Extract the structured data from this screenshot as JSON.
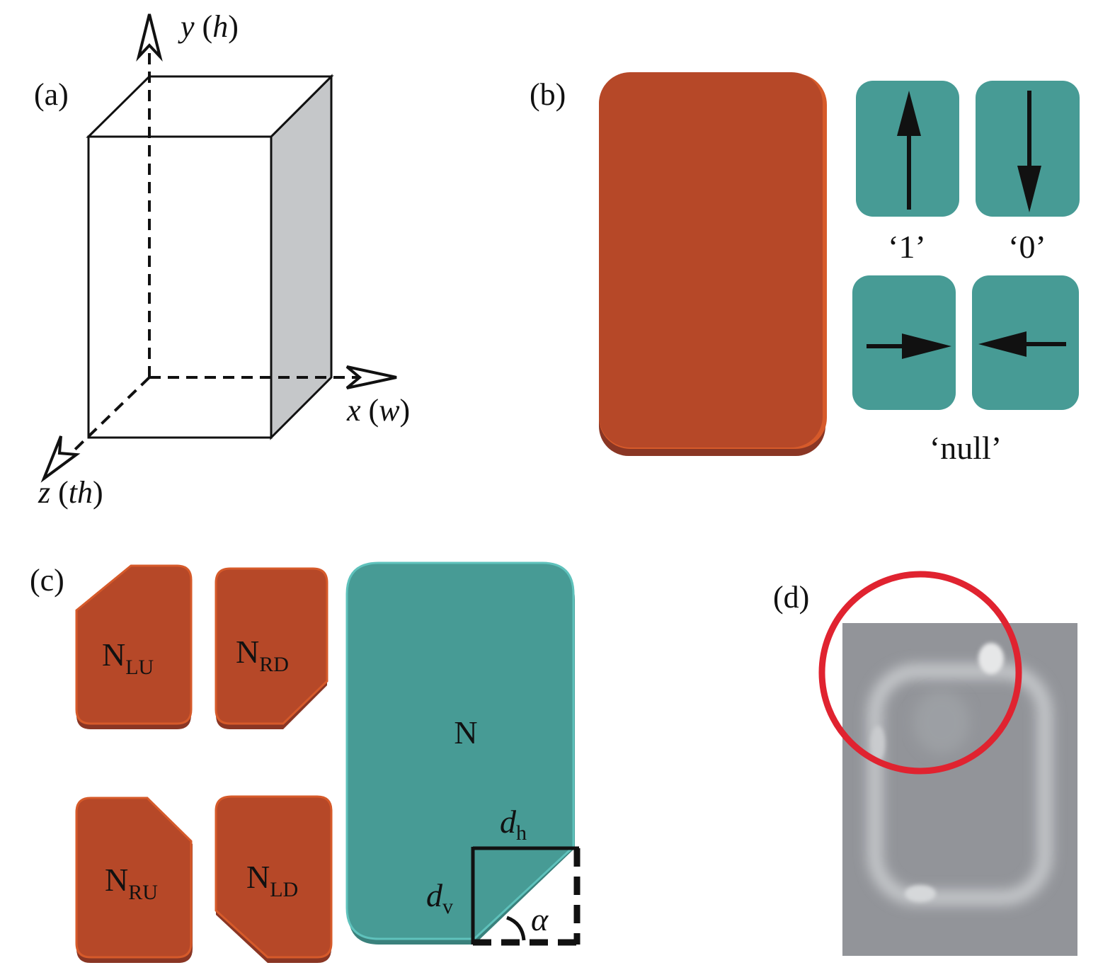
{
  "colors": {
    "magnet_orange": "#B64828",
    "magnet_orange_edge": "#D65A2A",
    "magnet_orange_shadow": "#8A3624",
    "magnet_teal": "#479B95",
    "magnet_teal_edge": "#5FC2BC",
    "magnet_teal_shadow": "#3A817C",
    "cube_side_face": "#C5C7C9",
    "mfm_background": "#8E9196",
    "mfm_highlight": "#D6D8DA",
    "circle_red": "#E02330",
    "ink": "#111111"
  },
  "panel_a": {
    "label": "(a)",
    "axis_y": {
      "var": "y",
      "paren_open": " (",
      "param": "h",
      "paren_close": ")"
    },
    "axis_x": {
      "var": "x",
      "paren_open": " (",
      "param": "w",
      "paren_close": ")"
    },
    "axis_z": {
      "var": "z",
      "paren_open": " (",
      "param": "th",
      "paren_close": ")"
    }
  },
  "panel_b": {
    "label": "(b)",
    "state_one": "‘1’",
    "state_zero": "‘0’",
    "state_null": "‘null’",
    "arrows": [
      "up-arrow-icon",
      "down-arrow-icon",
      "right-arrow-icon",
      "left-arrow-icon"
    ]
  },
  "panel_c": {
    "label": "(c)",
    "magnets": [
      {
        "base": "N",
        "sub": "LU"
      },
      {
        "base": "N",
        "sub": "RD"
      },
      {
        "base": "N",
        "sub": "RU"
      },
      {
        "base": "N",
        "sub": "LD"
      }
    ],
    "large_label": "N",
    "dh": {
      "base": "d",
      "sub": "h"
    },
    "dv": {
      "base": "d",
      "sub": "v"
    },
    "alpha": "α"
  },
  "panel_d": {
    "label": "(d)"
  }
}
